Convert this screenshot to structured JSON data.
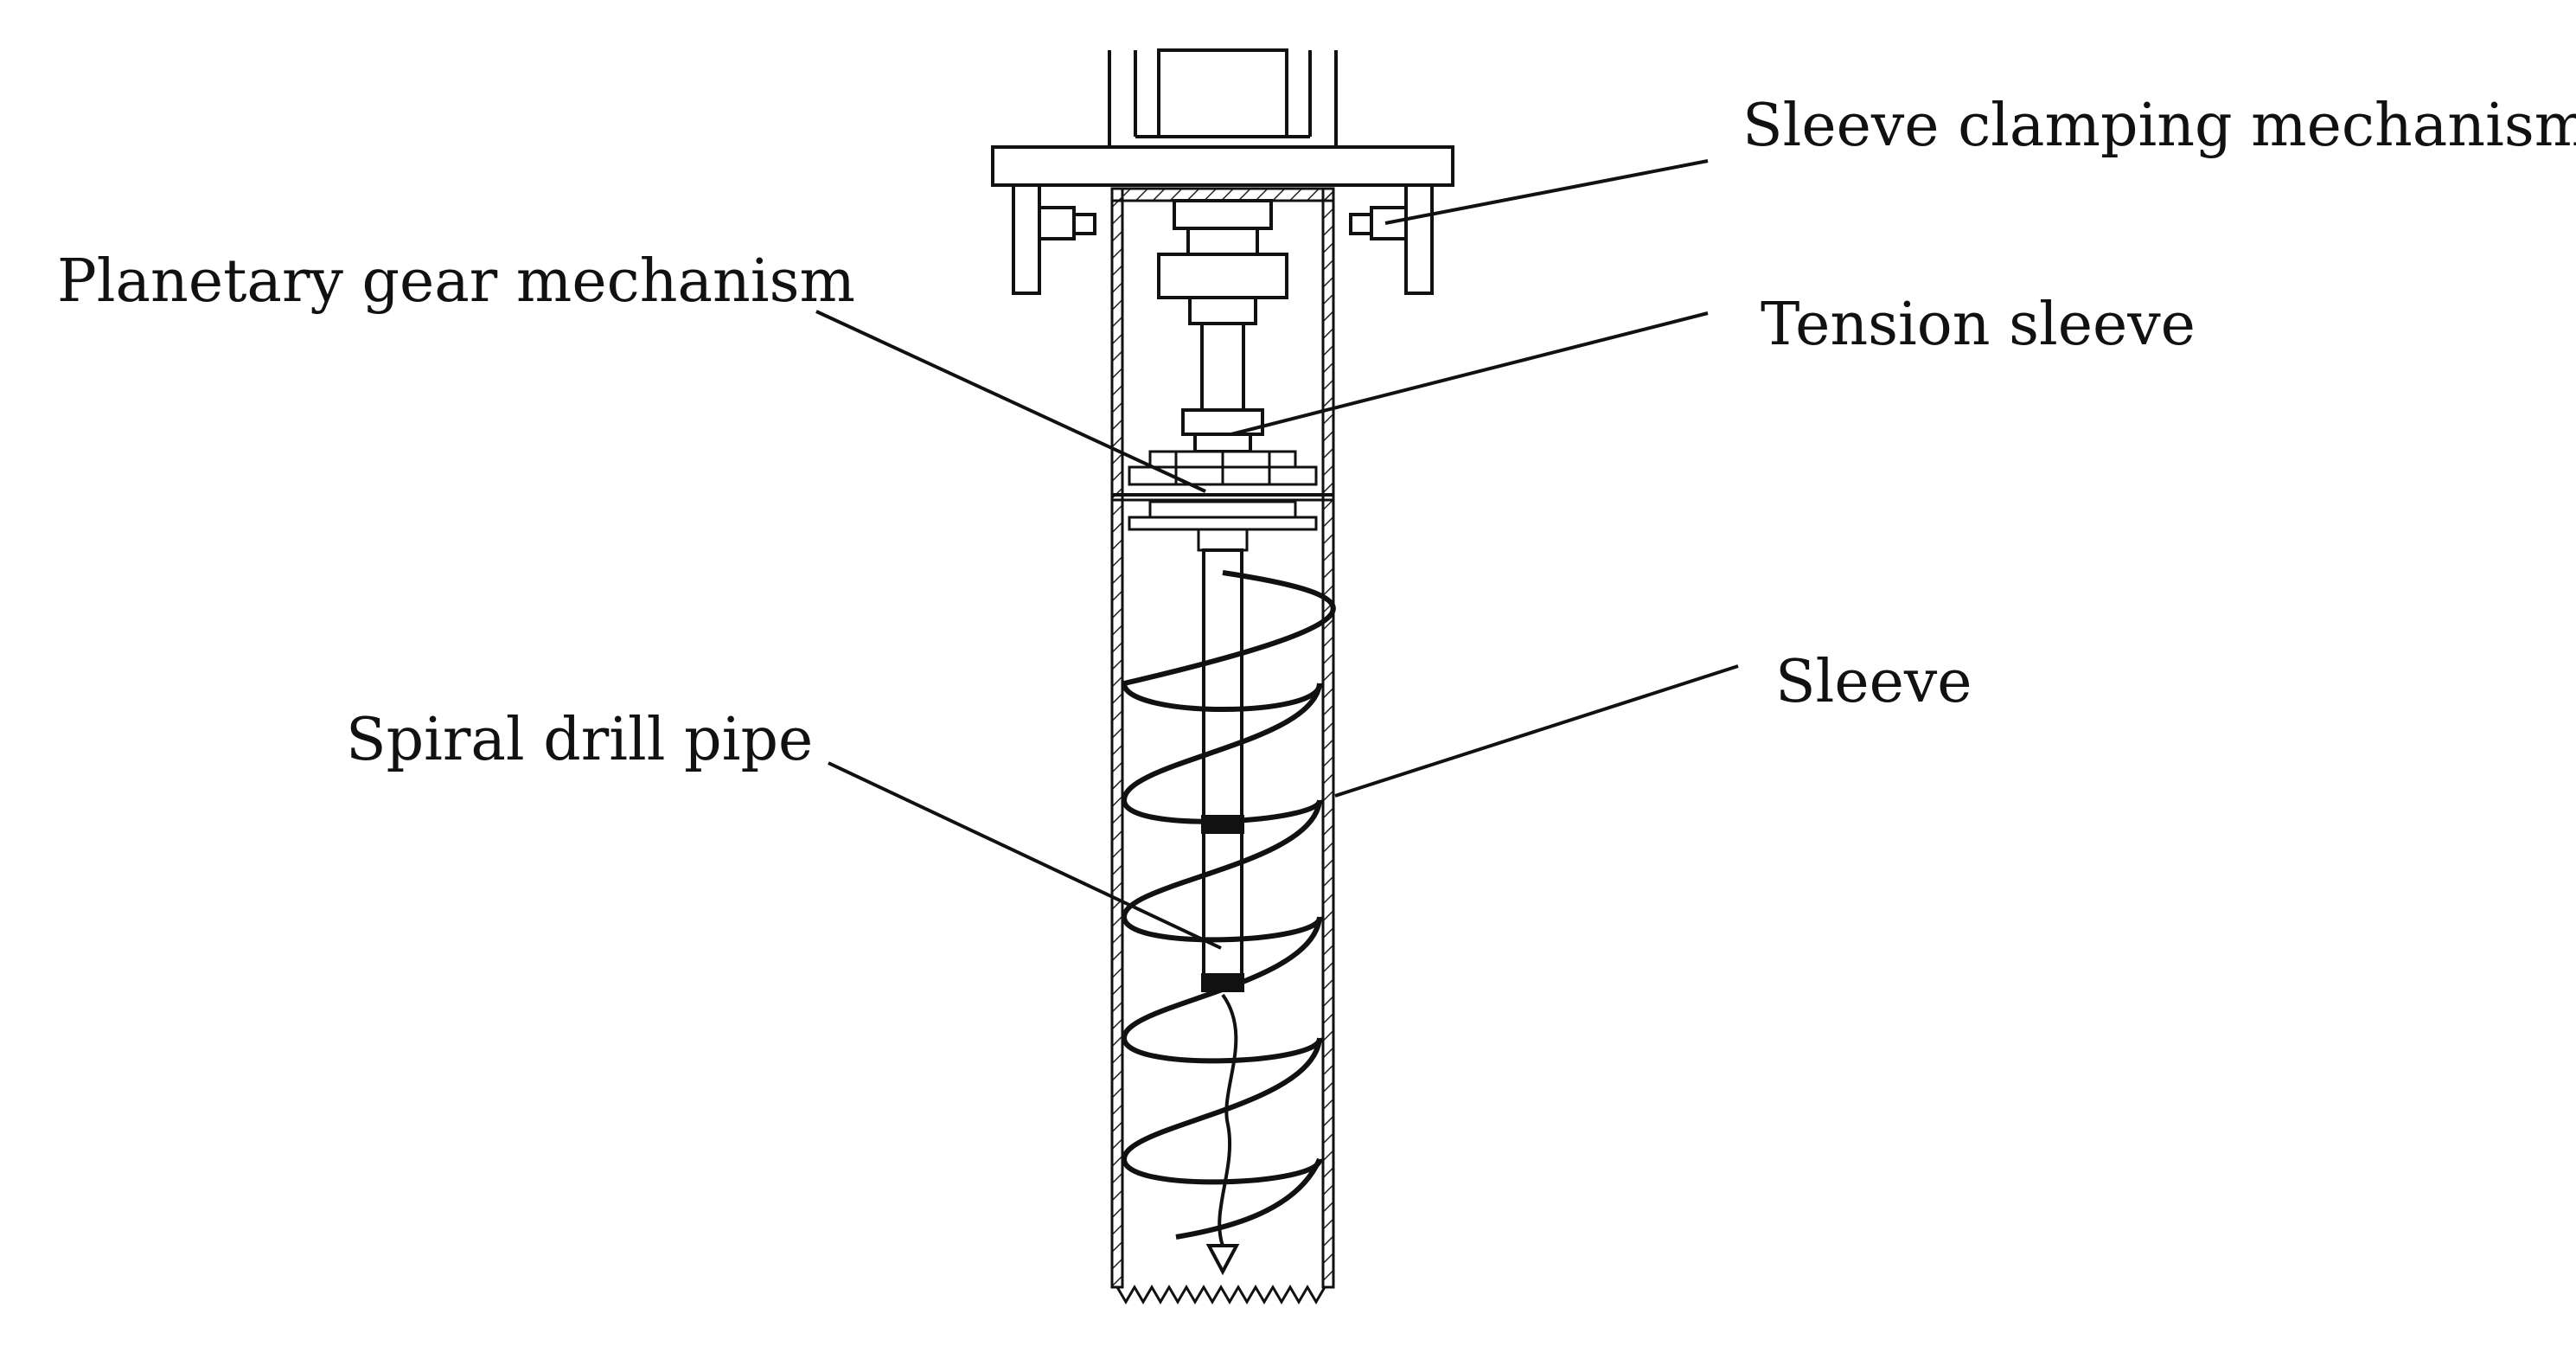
{
  "labels": {
    "sleeve_clamping_mechanism": "Sleeve clamping mechanism",
    "planetary_gear_mechanism": "Planetary gear mechanism",
    "tension_sleeve": "Tension sleeve",
    "sleeve": "Sleeve",
    "spiral_drill_pipe": "Spiral drill pipe"
  },
  "colors": {
    "line": "#111111",
    "background": "#ffffff"
  }
}
